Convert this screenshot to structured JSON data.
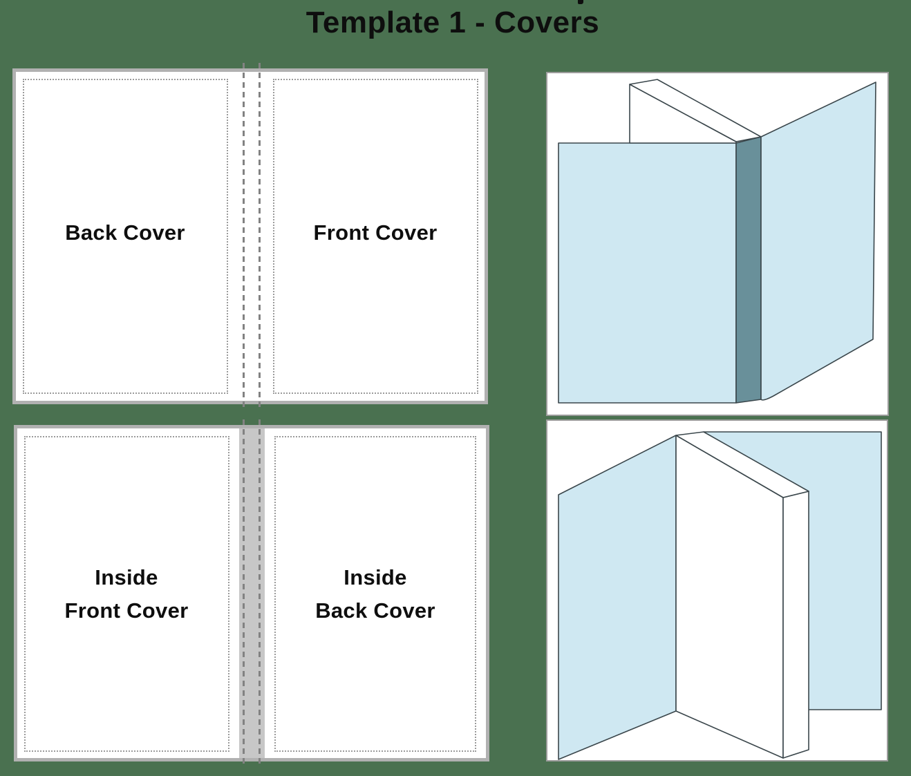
{
  "title": "Template 1 - Covers",
  "colors": {
    "background": "#4a7150",
    "page_white": "#ffffff",
    "panel_border": "#b1b1b1",
    "illus_border": "#9c9c9c",
    "margin_dots": "#9a9a9a",
    "fold_dash": "#828282",
    "spine_strip": "#c7c7c7",
    "cover_blue": "#cfe8f2",
    "spine_teal": "#69909a",
    "outline": "#3a464b",
    "text": "#0e0e0e"
  },
  "outside_spread": {
    "left_page_label": "Back Cover",
    "right_page_label": "Front Cover"
  },
  "inside_spread": {
    "left_page_label_line1": "Inside",
    "left_page_label_line2": "Front Cover",
    "right_page_label_line1": "Inside",
    "right_page_label_line2": "Back Cover"
  }
}
